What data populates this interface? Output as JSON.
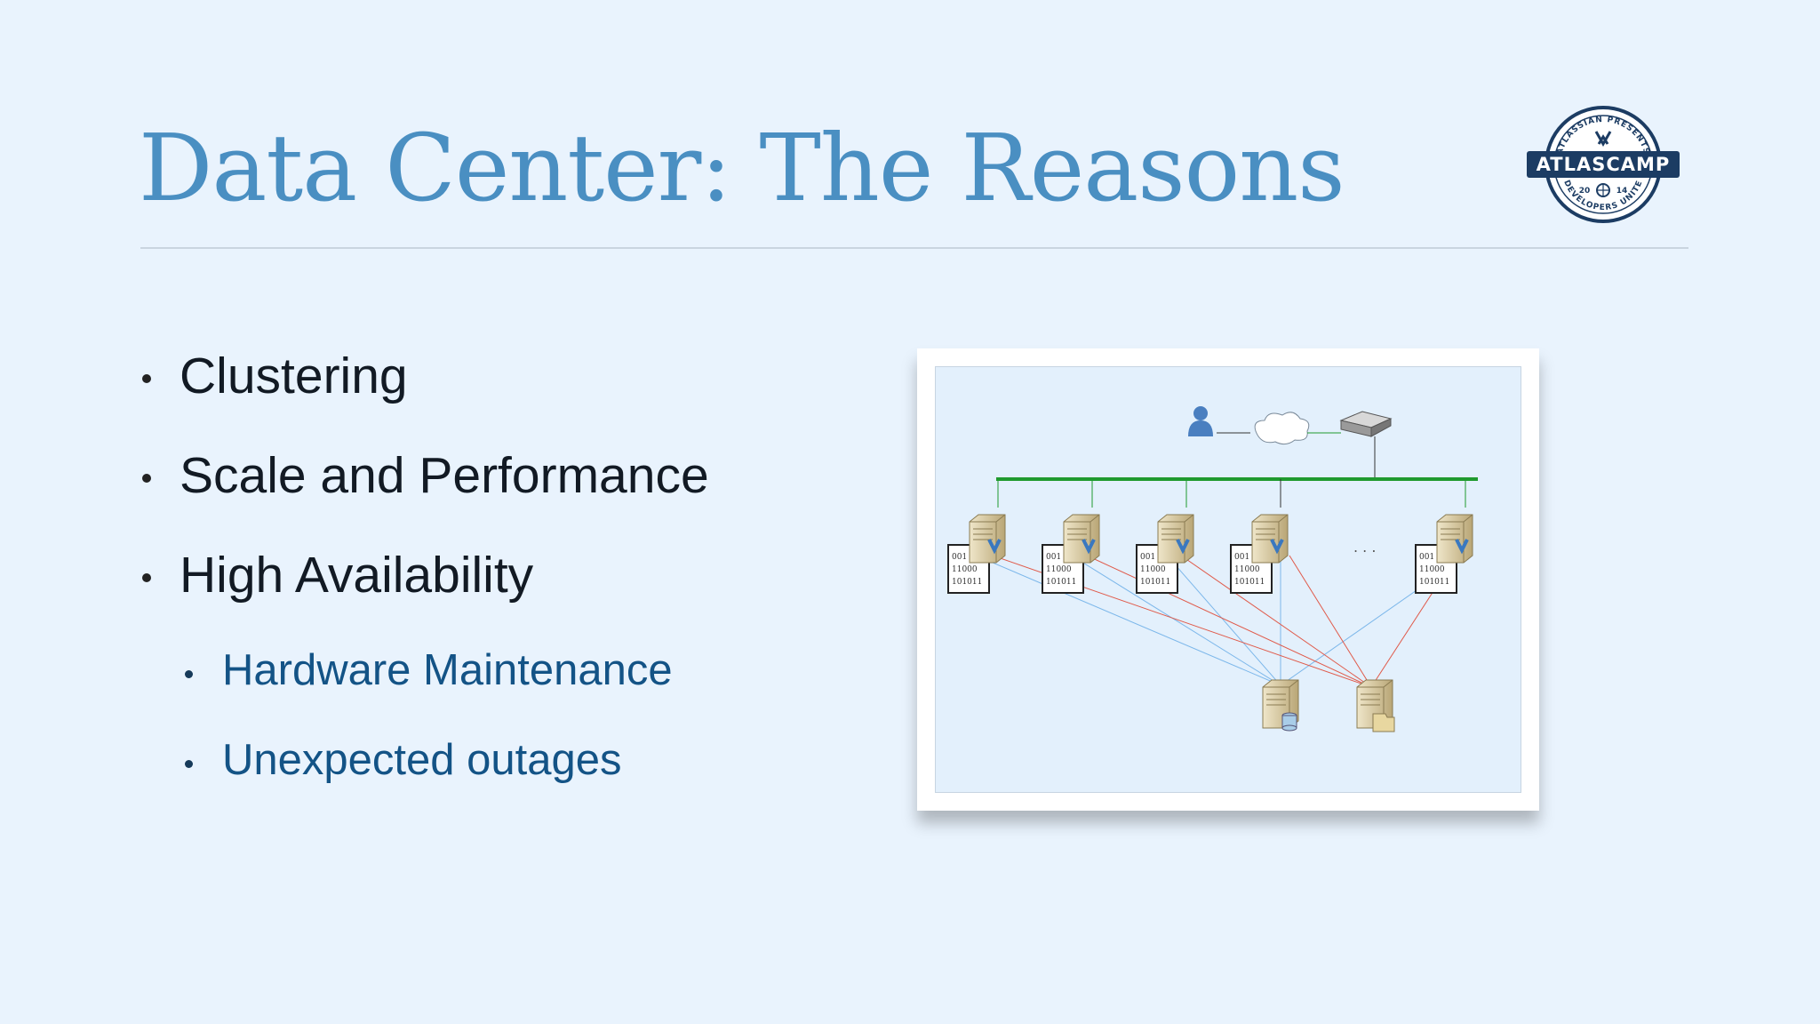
{
  "slide": {
    "title": "Data Center: The Reasons",
    "bullets": [
      "Clustering",
      "Scale and Performance",
      "High Availability"
    ],
    "sub_bullets": [
      "Hardware Maintenance",
      "Unexpected outages"
    ]
  },
  "badge": {
    "top_text": "ATLASSIAN PRESENTS",
    "name": "ATLASCAMP",
    "year_left": "20",
    "year_right": "14",
    "bottom_text": "DEVELOPERS UNITE"
  },
  "diagram": {
    "node_label_lines": [
      "001",
      "11000",
      "101011"
    ],
    "ellipsis": ". . ."
  },
  "colors": {
    "title": "#4a8fc2",
    "sub_bullet": "#135386",
    "badge": "#1c3c63",
    "green_bus": "#1f9a2e",
    "red_link": "#e05a4a",
    "blue_link": "#7cb7ea"
  }
}
